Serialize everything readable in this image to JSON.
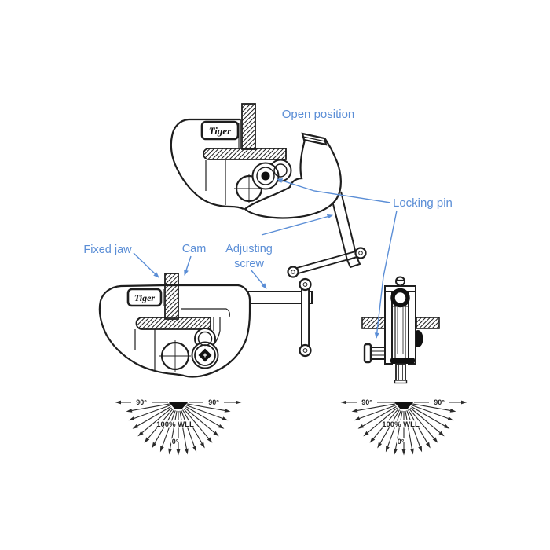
{
  "annotations": {
    "open_position": "Open position",
    "locking_pin": "Locking pin",
    "fixed_jaw": "Fixed jaw",
    "cam": "Cam",
    "adjusting_screw": [
      "Adjusting",
      "screw"
    ]
  },
  "brand": {
    "logo_text": "Tiger"
  },
  "load_angle_diagrams": {
    "count": 2,
    "labels": {
      "left_max": "90°",
      "right_max": "90°",
      "rating": "100% WLL",
      "zero": "0°"
    },
    "angle_range_deg": [
      0,
      90
    ]
  },
  "colors": {
    "annotation_blue": "#5b8ed6",
    "line_dark": "#1e1e1e"
  }
}
